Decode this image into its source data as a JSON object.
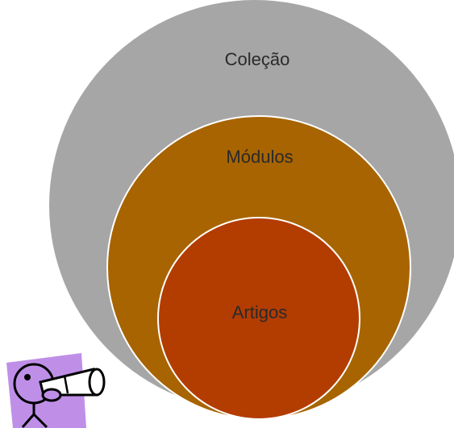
{
  "diagram": {
    "outer": {
      "label": "Coleção",
      "color": "#a6a6a6"
    },
    "middle": {
      "label": "Módulos",
      "color": "#a86400"
    },
    "inner": {
      "label": "Artigos",
      "color": "#b33c00"
    },
    "text_color": "#2a2a2a",
    "ring_stroke": "#ffffff"
  },
  "mascot": {
    "icon": "spyglass-mascot-icon",
    "background": "#bf8fe8",
    "outline": "#000000"
  }
}
